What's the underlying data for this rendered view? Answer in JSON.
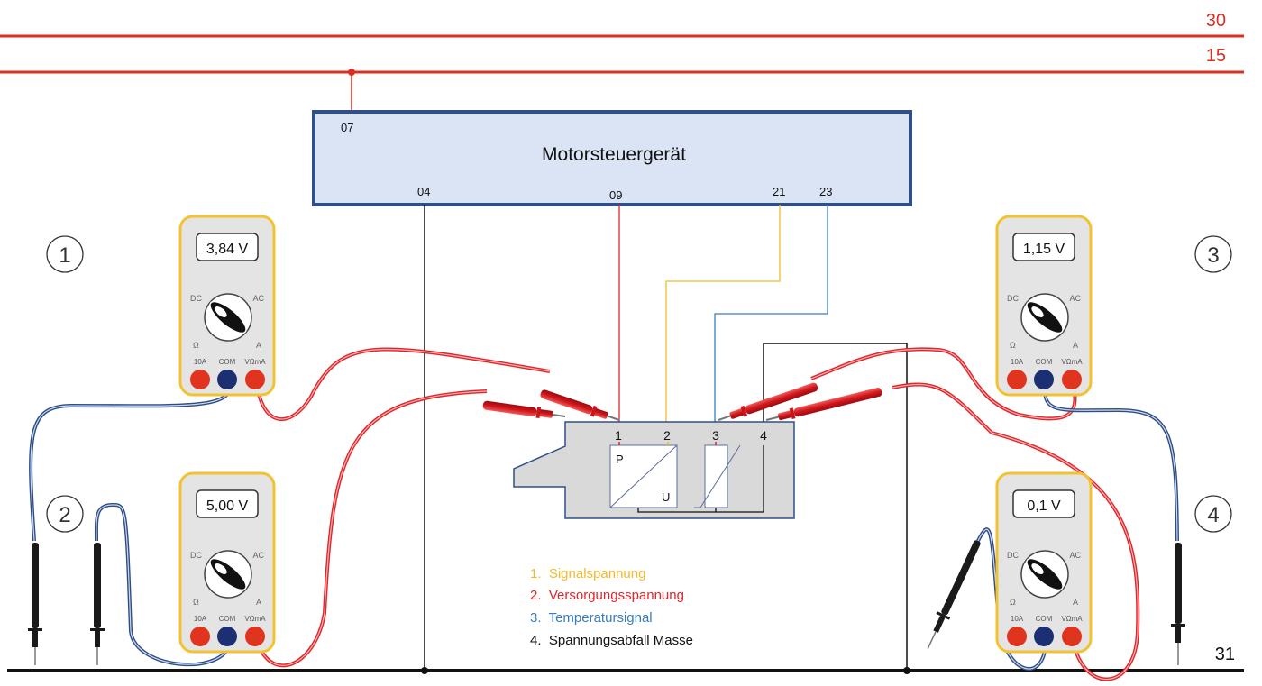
{
  "rails": {
    "terminal_30": "30",
    "terminal_15": "15",
    "terminal_31": "31",
    "rail_color": "#d9301f"
  },
  "ecu": {
    "title": "Motorsteuergerät",
    "pins": {
      "p07": "07",
      "p04": "04",
      "p09": "09",
      "p21": "21",
      "p23": "23"
    },
    "fill": "#dae4f5",
    "border": "#2f4f8a"
  },
  "sensor": {
    "pins": [
      "1",
      "2",
      "3",
      "4"
    ],
    "pressure_label": "P",
    "voltage_label": "U"
  },
  "legend": [
    {
      "text": "1.  Signalspannung",
      "color": "#f2b92a"
    },
    {
      "text": "2.  Versorgungsspannung",
      "color": "#e0262a"
    },
    {
      "text": "3.  Temperatursignal",
      "color": "#3a7cc0"
    },
    {
      "text": "4.  Spannungsabfall Masse",
      "color": "#111111"
    }
  ],
  "measurements": [
    {
      "number": "1",
      "reading": "3,84 V"
    },
    {
      "number": "2",
      "reading": "5,00 V"
    },
    {
      "number": "3",
      "reading": "1,15 V"
    },
    {
      "number": "4",
      "reading": "0,1 V"
    }
  ],
  "meter_labels": {
    "dc": "DC",
    "ac": "AC",
    "ohm": "Ω",
    "amp": "A",
    "jack_10a": "10A",
    "jack_com": "COM",
    "jack_v": "VΩmA"
  },
  "wire_colors": {
    "signal": "#f2b92a",
    "supply": "#e0262a",
    "temp": "#3a7cc0",
    "ground": "#111111"
  }
}
